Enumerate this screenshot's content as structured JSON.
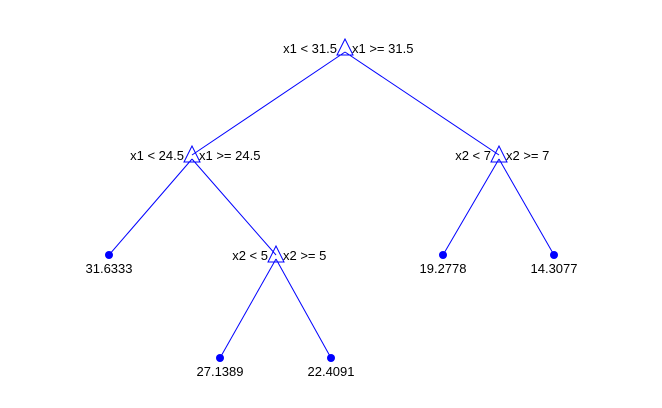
{
  "diagram": {
    "type": "decision-tree",
    "color": "#0000ff",
    "nodes": [
      {
        "id": "n1",
        "kind": "branch",
        "left_label": "x1 < 31.5",
        "right_label": "x1 >= 31.5",
        "children": [
          "n2",
          "n3"
        ]
      },
      {
        "id": "n2",
        "kind": "branch",
        "left_label": "x1 < 24.5",
        "right_label": "x1 >= 24.5",
        "children": [
          "n4",
          "n5"
        ]
      },
      {
        "id": "n3",
        "kind": "branch",
        "left_label": "x2 < 7",
        "right_label": "x2 >= 7",
        "children": [
          "n6",
          "n7"
        ]
      },
      {
        "id": "n4",
        "kind": "leaf",
        "value": "31.6333"
      },
      {
        "id": "n5",
        "kind": "branch",
        "left_label": "x2 < 5",
        "right_label": "x2 >= 5",
        "children": [
          "n8",
          "n9"
        ]
      },
      {
        "id": "n6",
        "kind": "leaf",
        "value": "19.2778"
      },
      {
        "id": "n7",
        "kind": "leaf",
        "value": "14.3077"
      },
      {
        "id": "n8",
        "kind": "leaf",
        "value": "27.1389"
      },
      {
        "id": "n9",
        "kind": "leaf",
        "value": "22.4091"
      }
    ]
  }
}
